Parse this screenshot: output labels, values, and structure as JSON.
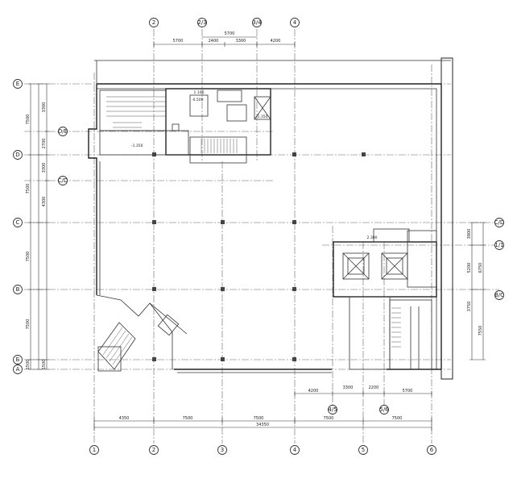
{
  "grid": {
    "columns_top": [
      "2",
      "2/3",
      "3/4",
      "4"
    ],
    "columns_bottom": [
      "1",
      "2",
      "3",
      "4",
      "5",
      "6"
    ],
    "columns_mid": [
      "4/5",
      "5/6"
    ],
    "rows_left": [
      "E",
      "D/E",
      "D",
      "C/D",
      "C",
      "B",
      "Б",
      "A"
    ],
    "rows_right": [
      "1/1",
      "C/D",
      "B/C"
    ]
  },
  "dimensions": {
    "top": [
      "5700",
      "2400",
      "3300",
      "4200"
    ],
    "top_overall": "5700",
    "bottom_segments": [
      "4350",
      "7500",
      "7500",
      "7500",
      "7500"
    ],
    "bottom_total": "34350",
    "lower_right": [
      "4200",
      "3300",
      "2200",
      "5700"
    ],
    "left_outer": [
      "7500",
      "7500",
      "7500",
      "7500",
      "1500"
    ],
    "left_inner": [
      "3300",
      "2700",
      "3300",
      "4300",
      "1500"
    ],
    "right": [
      "3900",
      "5200",
      "6750",
      "3750",
      "7550"
    ]
  },
  "labels": {
    "level_1": "-1.350",
    "level_2": "-0.500",
    "level_3": "-1.350",
    "room_a": "1.100",
    "room_b": "2.300"
  }
}
